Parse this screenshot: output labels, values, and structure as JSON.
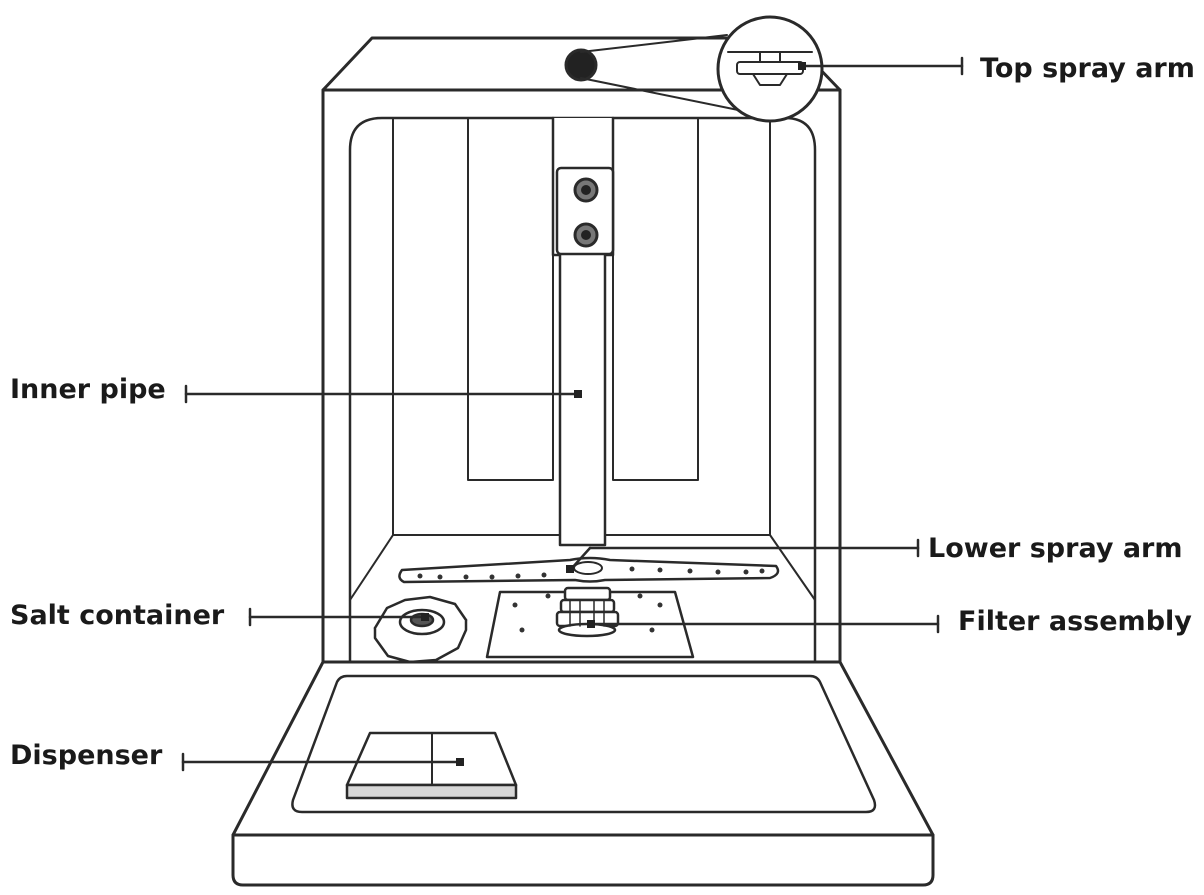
{
  "diagram": {
    "labels": {
      "top_spray_arm": "Top spray arm",
      "inner_pipe": "Inner pipe",
      "lower_spray_arm": "Lower spray arm",
      "salt_container": "Salt container",
      "filter_assembly": "Filter assembly",
      "dispenser": "Dispenser"
    },
    "colors": {
      "line": "#2a2a2a",
      "fill": "#ffffff",
      "shadow": "#d6d6d6",
      "accent": "#222222"
    }
  }
}
